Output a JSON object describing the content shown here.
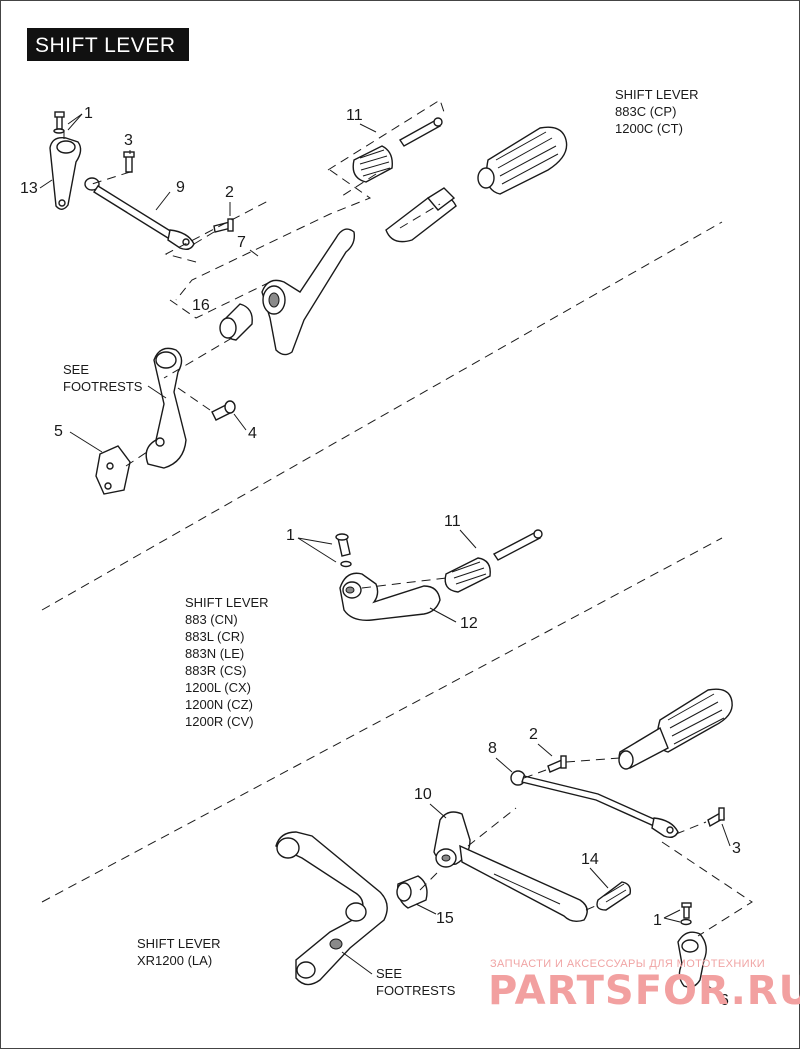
{
  "title": "SHIFT LEVER",
  "sections": [
    {
      "caption": [
        "SHIFT LEVER",
        "883C (CP)",
        "1200C (CT)"
      ]
    },
    {
      "caption": [
        "SHIFT LEVER",
        "883 (CN)",
        "883L (CR)",
        "883N (LE)",
        "883R (CS)",
        "1200L (CX)",
        "1200N (CZ)",
        "1200R (CV)"
      ]
    },
    {
      "caption": [
        "SHIFT LEVER",
        "XR1200 (LA)"
      ]
    }
  ],
  "notes": {
    "see_footrests_a": [
      "SEE",
      "FOOTRESTS"
    ],
    "see_footrests_b": [
      "SEE",
      "FOOTRESTS"
    ]
  },
  "callouts": [
    "1",
    "3",
    "13",
    "9",
    "2",
    "11",
    "7",
    "16",
    "4",
    "5",
    "1",
    "11",
    "12",
    "2",
    "8",
    "10",
    "3",
    "14",
    "15",
    "1",
    "6"
  ],
  "watermark": {
    "line1": "ЗАПЧАСТИ И АКСЕССУАРЫ ДЛЯ МОТОТЕХНИКИ",
    "line2": "PARTSFOR.RU"
  }
}
